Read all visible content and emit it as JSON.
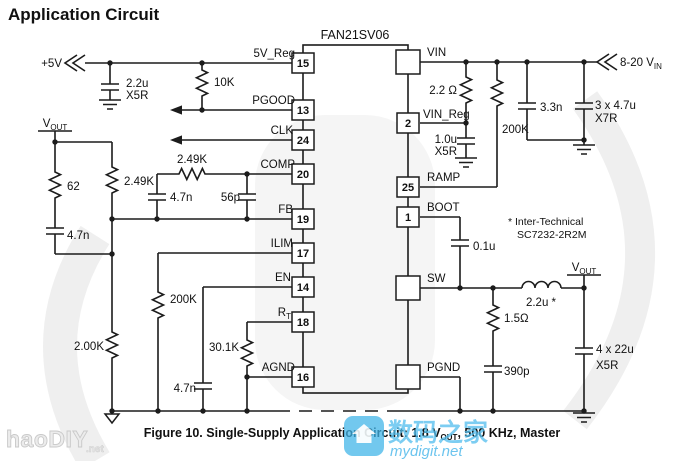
{
  "title": "Application Circuit",
  "ic": {
    "name": "FAN21SV06",
    "pins": {
      "p15": {
        "num": "15",
        "label": "5V_Reg"
      },
      "p13": {
        "num": "13",
        "label": "PGOOD"
      },
      "p24": {
        "num": "24",
        "label": "CLK"
      },
      "p20": {
        "num": "20",
        "label": "COMP"
      },
      "p19": {
        "num": "19",
        "label": "FB"
      },
      "p17": {
        "num": "17",
        "label": "ILIM"
      },
      "p14": {
        "num": "14",
        "label": "EN"
      },
      "p18": {
        "num": "18",
        "label": "R",
        "label_sub": "T"
      },
      "p16": {
        "num": "16",
        "label": "AGND"
      },
      "p2": {
        "num": "2",
        "label": "VIN_Reg"
      },
      "p25": {
        "num": "25",
        "label": "RAMP"
      },
      "p1": {
        "num": "1",
        "label": "BOOT"
      },
      "vin": {
        "label": "VIN"
      },
      "sw": {
        "label": "SW"
      },
      "pgnd": {
        "label": "PGND"
      }
    }
  },
  "terminals": {
    "supply": "+5V",
    "vin": "8-20 V",
    "vin_sub": "IN",
    "vout": "V",
    "vout_sub": "OUT"
  },
  "components": {
    "cap_5v": {
      "v": "2.2u",
      "d": "X5R"
    },
    "r_pullup": "10K",
    "r_top": "62",
    "r_fb_upper": "2.49K",
    "cap_fb": "4.7n",
    "r_comp": "2.49K",
    "cap_comp": "4.7n",
    "cap_comp2": "56p",
    "r_ilim": "200K",
    "r_fb_lower": "2.00K",
    "cap_en": "4.7n",
    "r_rt": "30.1K",
    "r_vinreg": "2.2 Ω",
    "cap_vinreg": {
      "v": "1.0u",
      "d": "X5R"
    },
    "r_ramp": "200K",
    "cap_vin1": "3.3n",
    "cap_vin2": {
      "v": "3 x 4.7u",
      "d": "X7R"
    },
    "cap_boot": "0.1u",
    "inductor": "2.2u *",
    "r_snub": "1.5Ω",
    "cap_snub": "390p",
    "cap_out": {
      "v": "4 x 22u",
      "d": "X5R"
    }
  },
  "note": {
    "line1": "*  Inter-Technical",
    "line2": "SC7232-2R2M"
  },
  "caption": {
    "p1": "Figure 10. Single-Supply Application Circuit: 1.8 V",
    "sub": "OUT",
    "p2": ", 500 KHz, Master"
  },
  "watermarks": {
    "haodiy_main": "haoDIY",
    "haodiy_suffix": ".net",
    "mydigit_cn": "数码之家",
    "mydigit_url": "mydigit.net",
    "accent_blue": "#41b4e8"
  }
}
